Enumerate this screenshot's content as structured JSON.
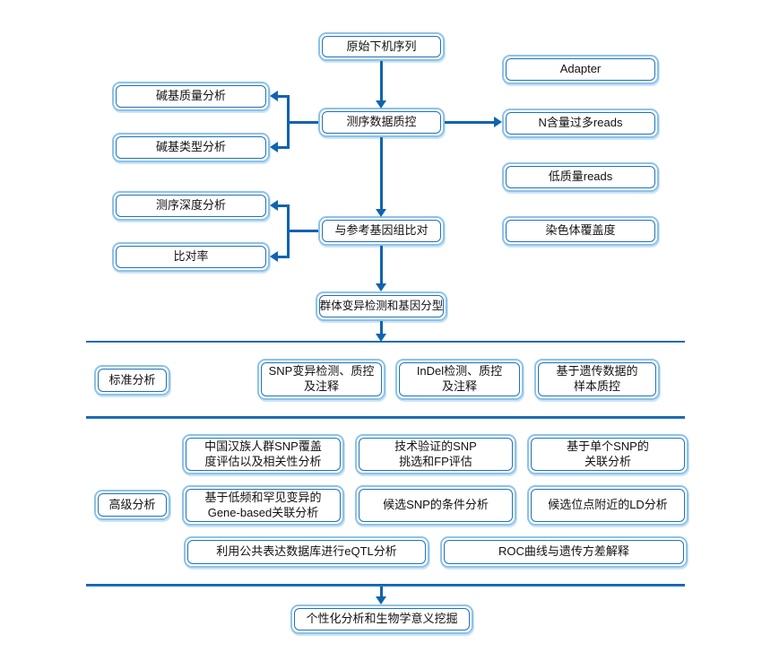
{
  "diagram": {
    "type": "flowchart",
    "language": "zh-CN",
    "colors": {
      "outer_border": "#8cc3ea",
      "inner_border": "#2271b6",
      "connector": "#1063af",
      "text": "#111111",
      "background": "#ffffff"
    },
    "nodes": {
      "raw": "原始下机序列",
      "qc": "测序数据质控",
      "base_quality": "碱基质量分析",
      "base_type": "碱基类型分析",
      "adapter": "Adapter",
      "n_reads": "N含量过多reads",
      "low_quality_reads": "低质量reads",
      "chromosome_coverage": "染色体覆盖度",
      "align": "与参考基因组比对",
      "depth": "测序深度分析",
      "mapping_rate": "比对率",
      "variant_genotyping": "群体变异检测和基因分型",
      "standard_label": "标准分析",
      "snp": "SNP变异检测、质控\n及注释",
      "indel": "InDel检测、质控\n及注释",
      "sample_qc": "基于遗传数据的\n样本质控",
      "han_snp": "中国汉族人群SNP覆盖\n度评估以及相关性分析",
      "tech_snp": "技术验证的SNP\n挑选和FP评估",
      "single_snp": "基于单个SNP的\n关联分析",
      "advanced_label": "高级分析",
      "gene_based": "基于低频和罕见变异的\nGene-based关联分析",
      "conditional_snp": "候选SNP的条件分析",
      "ld_analysis": "候选位点附近的LD分析",
      "eqtl": "利用公共表达数据库进行eQTL分析",
      "roc": "ROC曲线与遗传方差解释",
      "final": "个性化分析和生物学意义挖掘"
    },
    "edges": [
      {
        "from": "raw",
        "to": "qc"
      },
      {
        "from": "qc",
        "to": "base_quality"
      },
      {
        "from": "qc",
        "to": "base_type"
      },
      {
        "from": "qc",
        "to": "n_reads"
      },
      {
        "from": "qc",
        "to": "align"
      },
      {
        "from": "align",
        "to": "depth"
      },
      {
        "from": "align",
        "to": "mapping_rate"
      },
      {
        "from": "align",
        "to": "variant_genotyping"
      },
      {
        "from": "variant_genotyping",
        "to": "standard-section"
      },
      {
        "from": "advanced-section",
        "to": "final"
      }
    ]
  }
}
